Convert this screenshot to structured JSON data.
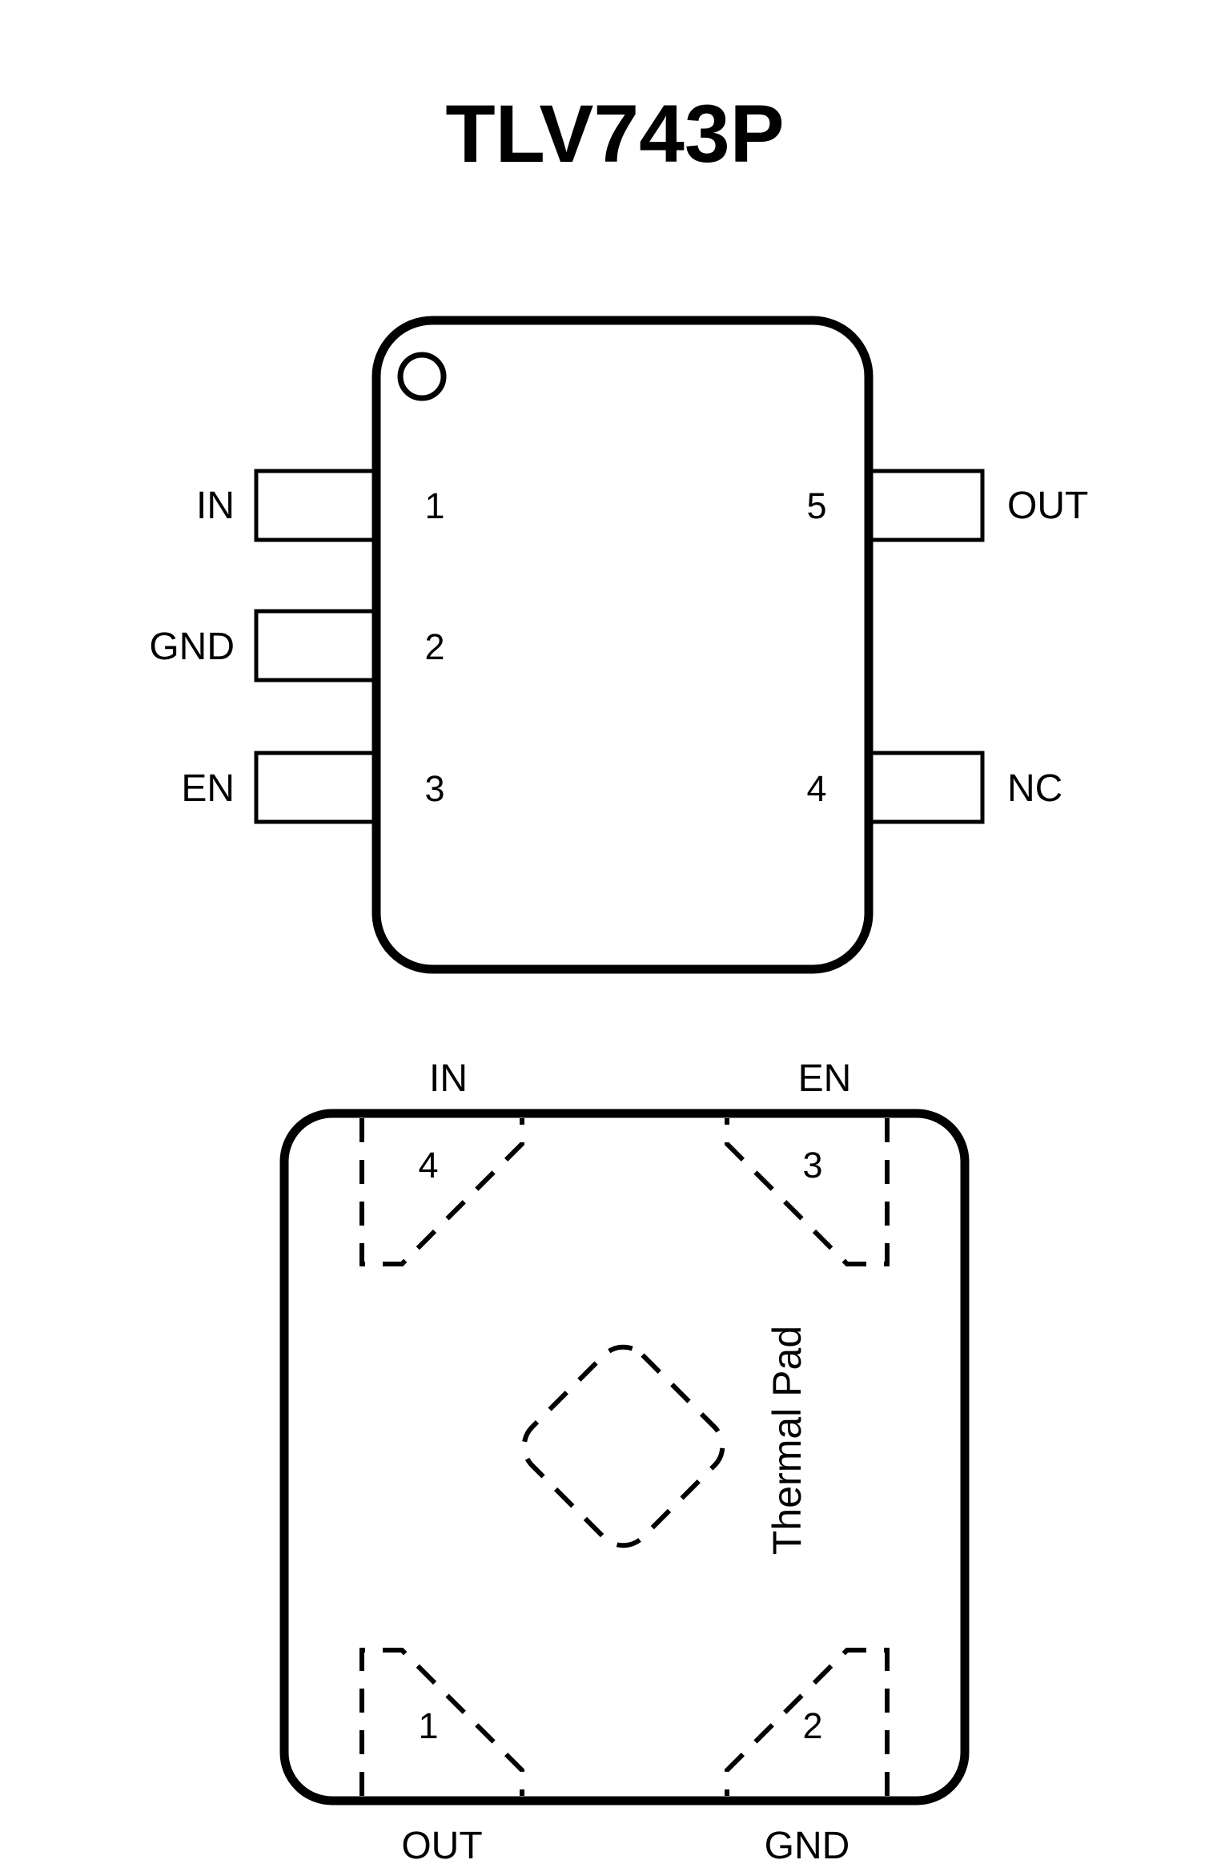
{
  "title": "TLV743P",
  "colors": {
    "line": "#000000",
    "background": "#ffffff"
  },
  "icons": {
    "pin1_marker_icon": "circle-outline"
  },
  "top_package": {
    "left_pins": [
      {
        "number": "1",
        "label": "IN"
      },
      {
        "number": "2",
        "label": "GND"
      },
      {
        "number": "3",
        "label": "EN"
      }
    ],
    "right_pins": [
      {
        "number": "5",
        "label": "OUT"
      },
      {
        "number": "4",
        "label": "NC"
      }
    ]
  },
  "bottom_package": {
    "thermal_pad_label": "Thermal Pad",
    "top_pads": [
      {
        "number": "4",
        "label": "IN"
      },
      {
        "number": "3",
        "label": "EN"
      }
    ],
    "bottom_pads": [
      {
        "number": "1",
        "label": "OUT"
      },
      {
        "number": "2",
        "label": "GND"
      }
    ]
  }
}
